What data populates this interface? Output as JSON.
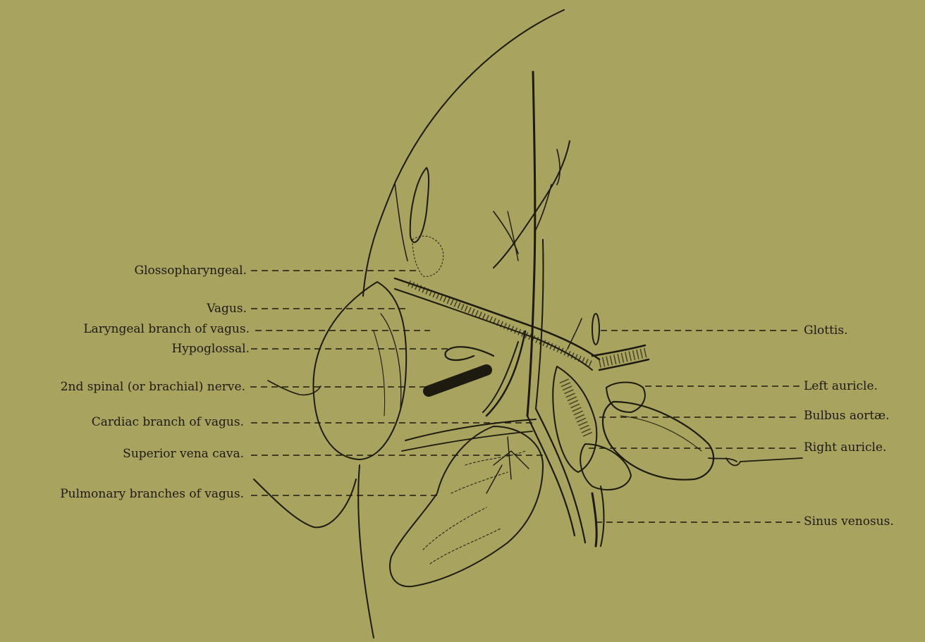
{
  "figure": {
    "background_color": "#a8a35e",
    "ink_color": "#1d1a10",
    "labels_left": [
      {
        "id": "glossopharyngeal",
        "text": "Glossopharyngeal."
      },
      {
        "id": "vagus",
        "text": "Vagus."
      },
      {
        "id": "laryngeal-branch-of-vagus",
        "text": "Laryngeal branch of vagus."
      },
      {
        "id": "hypoglossal",
        "text": "Hypoglossal."
      },
      {
        "id": "second-spinal-nerve",
        "text": "2nd spinal (or brachial) nerve."
      },
      {
        "id": "cardiac-branch-of-vagus",
        "text": "Cardiac branch of vagus."
      },
      {
        "id": "superior-vena-cava",
        "text": "Superior vena cava."
      },
      {
        "id": "pulmonary-branches-of-vagus",
        "text": "Pulmonary branches of vagus."
      }
    ],
    "labels_right": [
      {
        "id": "glottis",
        "text": "Glottis."
      },
      {
        "id": "left-auricle",
        "text": "Left auricle."
      },
      {
        "id": "bulbus-aortae",
        "text": "Bulbus aortæ."
      },
      {
        "id": "right-auricle",
        "text": "Right auricle."
      },
      {
        "id": "sinus-venosus",
        "text": "Sinus venosus."
      }
    ]
  }
}
